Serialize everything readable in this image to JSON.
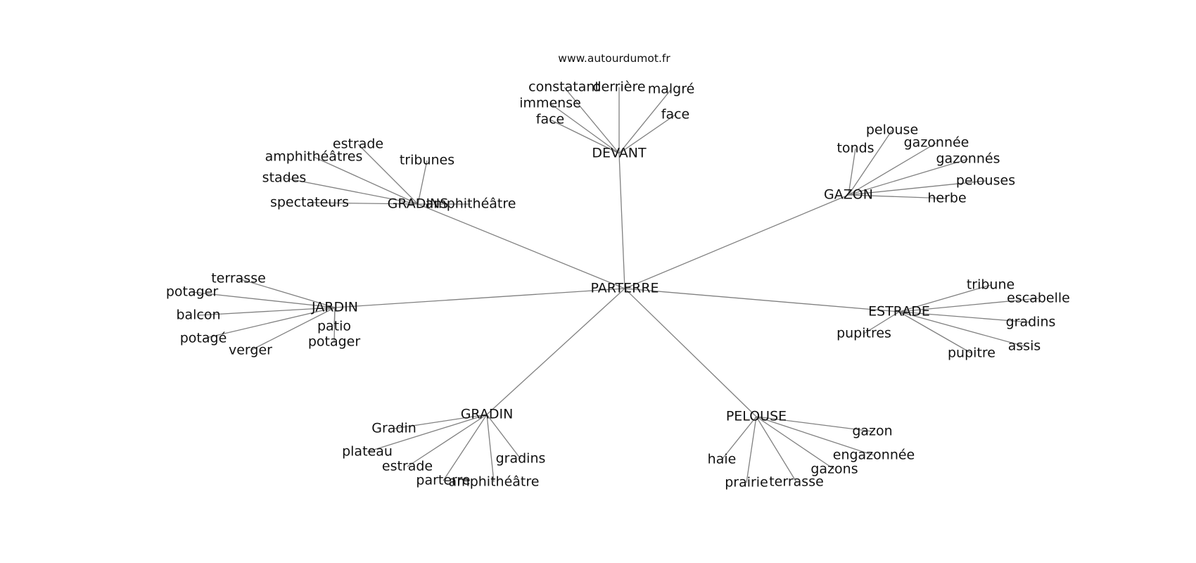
{
  "source": "www.autourdumot.fr",
  "root": "PARTERRE",
  "clusters": [
    {
      "hub": "DEVANT",
      "words": [
        "constatant",
        "derrière",
        "malgré",
        "immense",
        "face",
        "face"
      ]
    },
    {
      "hub": "GRADINS",
      "words": [
        "estrade",
        "amphithéâtres",
        "tribunes",
        "stades",
        "spectateurs",
        "amphithéâtre"
      ]
    },
    {
      "hub": "GAZON",
      "words": [
        "pelouse",
        "tonds",
        "gazonnée",
        "gazonnés",
        "pelouses",
        "herbe"
      ]
    },
    {
      "hub": "JARDIN",
      "words": [
        "terrasse",
        "potager",
        "balcon",
        "potagé",
        "verger",
        "patio",
        "potager"
      ]
    },
    {
      "hub": "ESTRADE",
      "words": [
        "tribune",
        "escabelle",
        "gradins",
        "pupitres",
        "assis",
        "pupitre"
      ]
    },
    {
      "hub": "GRADIN",
      "words": [
        "Gradin",
        "plateau",
        "estrade",
        "parterre",
        "amphithéâtre",
        "gradins"
      ]
    },
    {
      "hub": "PELOUSE",
      "words": [
        "gazon",
        "engazonnée",
        "gazons",
        "haie",
        "prairie",
        "terrasse"
      ]
    }
  ]
}
